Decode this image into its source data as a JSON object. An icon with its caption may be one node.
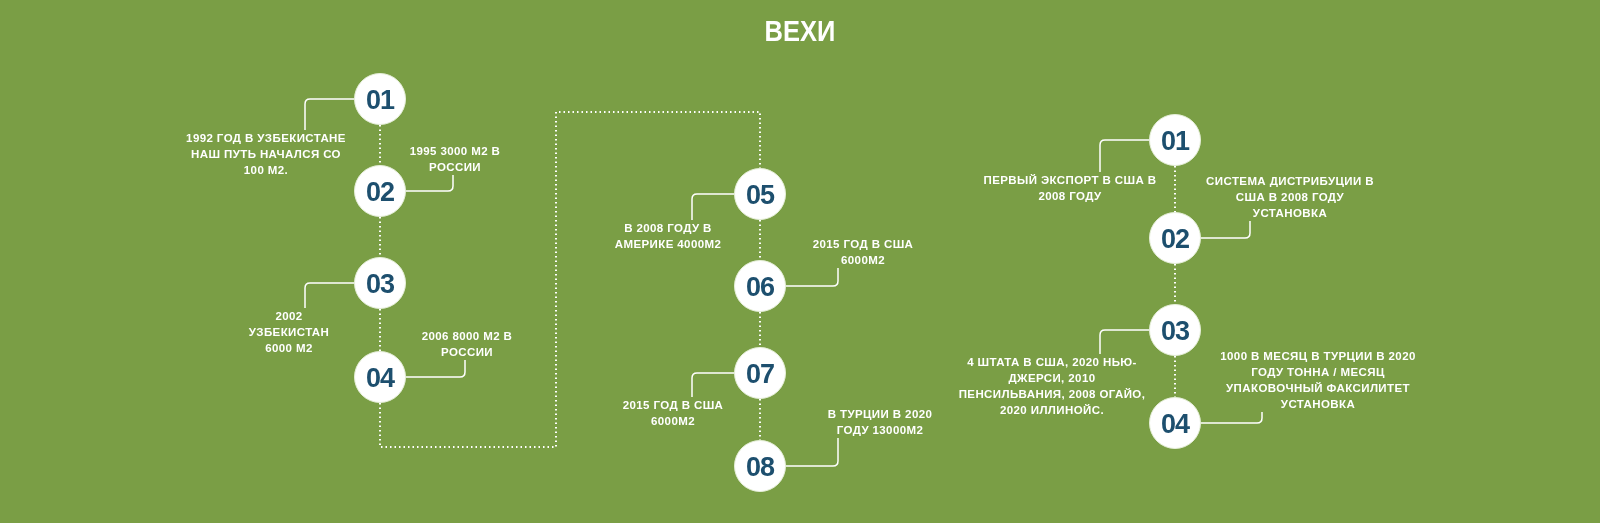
{
  "diagram": {
    "title": "ВЕХИ",
    "nodes": [
      {
        "text": [
          "01"
        ]
      },
      {
        "text": [
          "1992 ГОД В УЗБЕКИСТАНЕ НАШ ПУТЬ НАЧАЛСЯ СО 100 М2."
        ]
      },
      {
        "text": [
          "02"
        ]
      },
      {
        "text": [
          "1995 3000 М2 В РОССИИ"
        ]
      },
      {
        "text": [
          "03"
        ]
      },
      {
        "text": [
          "2002 УЗБЕКИСТАН 6000 М2"
        ]
      },
      {
        "text": [
          "04"
        ]
      },
      {
        "text": [
          "2006 8000 М2 В РОССИИ"
        ]
      },
      {
        "text": [
          "05"
        ]
      },
      {
        "text": [
          "В 2008 ГОДУ В АМЕРИКЕ 4000М2"
        ]
      },
      {
        "text": [
          "06"
        ]
      },
      {
        "text": [
          "2015 ГОД В США 6000М2"
        ]
      },
      {
        "text": [
          "07"
        ]
      },
      {
        "text": [
          "2015 ГОД В США 6000М2"
        ]
      },
      {
        "text": [
          "08"
        ]
      },
      {
        "text": [
          "В ТУРЦИИ В 2020 ГОДУ 13000М2"
        ]
      },
      {
        "text": [
          "01"
        ]
      },
      {
        "text": [
          "ПЕРВЫЙ ЭКСПОРТ В США В 2008 ГОДУ"
        ]
      },
      {
        "text": [
          "02"
        ]
      },
      {
        "text": [
          "СИСТЕМА ДИСТРИБУЦИИ В США В 2008 ГОДУ УСТАНОВКА"
        ]
      },
      {
        "text": [
          "03"
        ]
      },
      {
        "text": [
          "4 ШТАТА В США, 2020 НЬЮ-ДЖЕРСИ, 2010 ПЕНСИЛЬВАНИЯ, 2008 ОГАЙО, 2020 ИЛЛИНОЙС."
        ]
      },
      {
        "text": [
          "04"
        ]
      },
      {
        "text": [
          "1000 В МЕСЯЦ В ТУРЦИИ В 2020 ГОДУ ТОННА / МЕСЯЦ УПАКОВОЧНЫЙ ФАКСИЛИТЕТ УСТАНОВКА"
        ]
      }
    ],
    "edges": [
      {
        "from": 0,
        "to": 2,
        "arrow": "none",
        "style": "dashed"
      },
      {
        "from": 2,
        "to": 4,
        "arrow": "none",
        "style": "dashed"
      },
      {
        "from": 4,
        "to": 6,
        "arrow": "none",
        "style": "dashed"
      },
      {
        "from": 6,
        "to": 8,
        "arrow": "none",
        "style": "dashed"
      },
      {
        "from": 8,
        "to": 10,
        "arrow": "none",
        "style": "dashed"
      },
      {
        "from": 10,
        "to": 12,
        "arrow": "none",
        "style": "dashed"
      },
      {
        "from": 12,
        "to": 14,
        "arrow": "none",
        "style": "dashed"
      },
      {
        "from": 16,
        "to": 18,
        "arrow": "none",
        "style": "dashed"
      },
      {
        "from": 18,
        "to": 20,
        "arrow": "none",
        "style": "dashed"
      },
      {
        "from": 20,
        "to": 22,
        "arrow": "none",
        "style": "dashed"
      },
      {
        "from": 1,
        "to": 0,
        "arrow": "none"
      },
      {
        "from": 3,
        "to": 2,
        "arrow": "none"
      },
      {
        "from": 5,
        "to": 4,
        "arrow": "none"
      },
      {
        "from": 7,
        "to": 6,
        "arrow": "none"
      },
      {
        "from": 9,
        "to": 8,
        "arrow": "none"
      },
      {
        "from": 11,
        "to": 10,
        "arrow": "none"
      },
      {
        "from": 13,
        "to": 12,
        "arrow": "none"
      },
      {
        "from": 15,
        "to": 14,
        "arrow": "none"
      },
      {
        "from": 17,
        "to": 16,
        "arrow": "none"
      },
      {
        "from": 19,
        "to": 18,
        "arrow": "none"
      },
      {
        "from": 21,
        "to": 20,
        "arrow": "none"
      },
      {
        "from": 23,
        "to": 22,
        "arrow": "none"
      }
    ]
  }
}
